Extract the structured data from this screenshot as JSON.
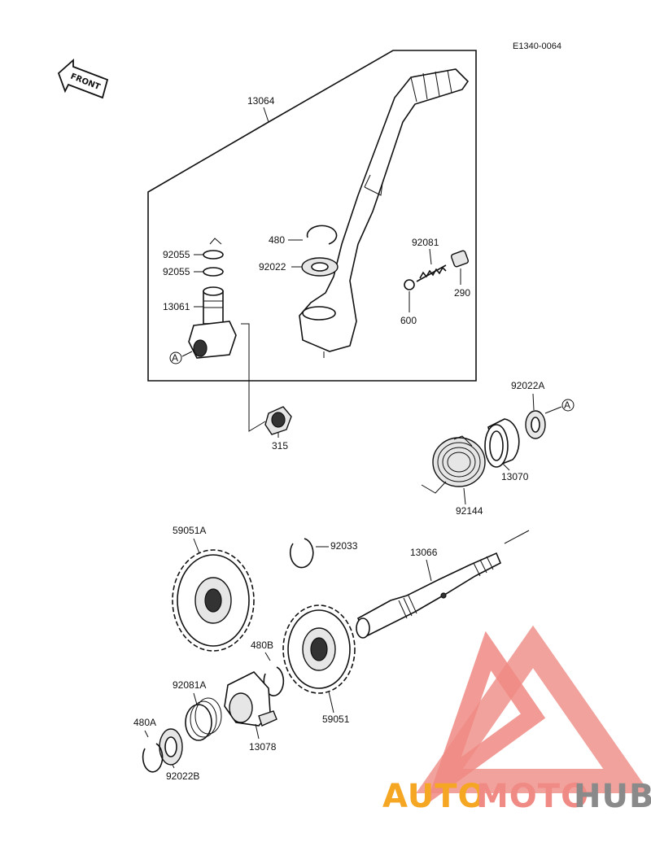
{
  "diagram": {
    "code": "E1340-0064",
    "front_label": "FRONT",
    "ref_marker": "A",
    "parts": {
      "p13064": "13064",
      "p92055_a": "92055",
      "p92055_b": "92055",
      "p13061": "13061",
      "p480": "480",
      "p92022": "92022",
      "p92081": "92081",
      "p290": "290",
      "p600": "600",
      "p315": "315",
      "p92022A": "92022A",
      "p13070": "13070",
      "p92144": "92144",
      "p59051A": "59051A",
      "p92033": "92033",
      "p13066": "13066",
      "p480B": "480B",
      "p92081A": "92081A",
      "p13078": "13078",
      "p59051": "59051",
      "p480A": "480A",
      "p92022B": "92022B"
    }
  },
  "watermark": {
    "part1": "AUTO",
    "part2": "MOTO",
    "part3": "HUB",
    "color_orange": "#f5a623",
    "color_pink": "#f08a84",
    "color_gray": "#8a8a8a"
  }
}
